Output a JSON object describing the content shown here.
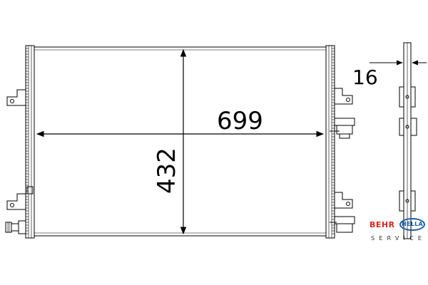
{
  "dimensions": {
    "width": "699",
    "height": "432",
    "thickness": "16"
  },
  "logo": {
    "brand_left": "BEHR",
    "brand_right": "HELLA",
    "tagline": "SERVICE"
  },
  "colors": {
    "line": "#000000",
    "behr": "#d9271d",
    "hella": "#1f5fa8"
  }
}
